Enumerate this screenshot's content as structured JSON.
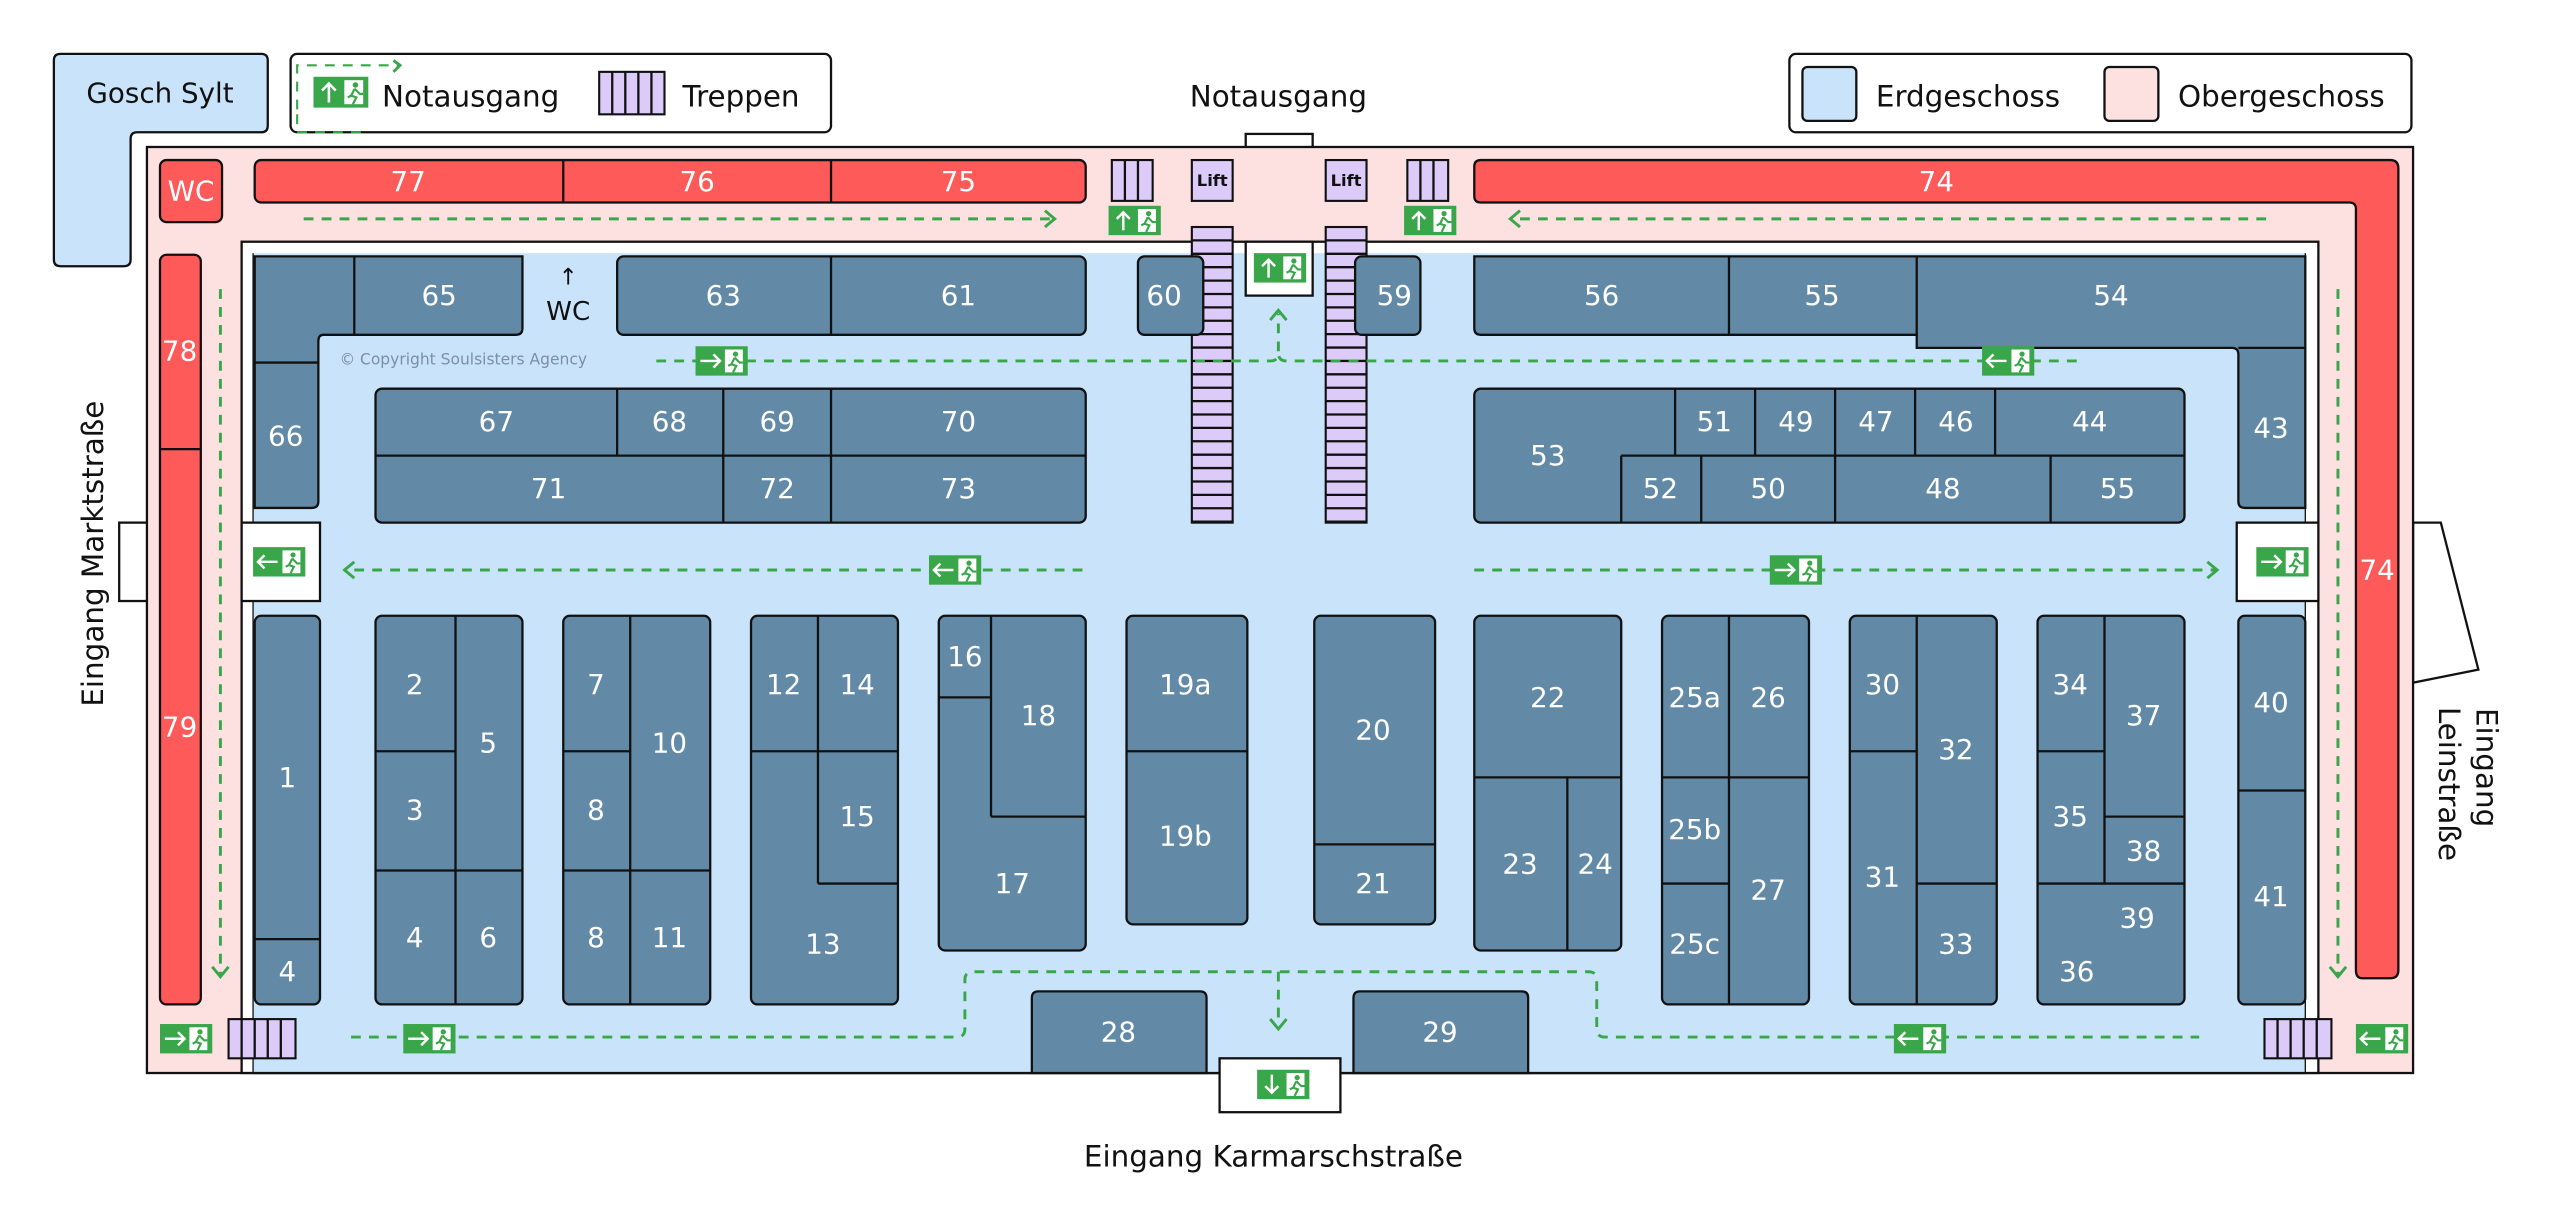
{
  "legend": {
    "gosch": "Gosch Sylt",
    "notausgang": "Notausgang",
    "treppen": "Treppen",
    "erdgeschoss": "Erdgeschoss",
    "obergeschoss": "Obergeschoss"
  },
  "colors": {
    "erdgeschoss": "#c9e4fa",
    "obergeschoss": "#fde1e1",
    "stand_ground": "#628aa6",
    "stand_upper": "#fe5a5a",
    "stairs": "#dccbf9",
    "exit_green": "#3aa64a"
  },
  "labels": {
    "top_exit": "Notausgang",
    "bottom_entrance": "Eingang Karmarschstraße",
    "left_entrance": "Eingang Marktstraße",
    "right_entrance_line1": "Eingang",
    "right_entrance_line2": "Leinstraße",
    "copyright": "© Copyright Soulsisters Agency",
    "wc": "WC",
    "wc_upper": "WC",
    "wc_arrow": "↑",
    "lift": "Lift"
  },
  "icons": {
    "exit_sign": "emergency-exit-sign",
    "stairs": "stairs-icon",
    "lift": "lift-icon"
  },
  "stands_upper": [
    "77",
    "76",
    "75",
    "74",
    "78",
    "79"
  ],
  "stands": {
    "s65": "65",
    "s63": "63",
    "s61": "61",
    "s60": "60",
    "s59": "59",
    "s56": "56",
    "s55a": "55",
    "s54": "54",
    "s66": "66",
    "s67": "67",
    "s68": "68",
    "s69": "69",
    "s70": "70",
    "s71": "71",
    "s72": "72",
    "s73": "73",
    "s53": "53",
    "s51": "51",
    "s49": "49",
    "s47": "47",
    "s46": "46",
    "s44": "44",
    "s52": "52",
    "s50": "50",
    "s48": "48",
    "s55b": "55",
    "s43": "43",
    "s1": "1",
    "s4a": "4",
    "s2": "2",
    "s3": "3",
    "s5": "5",
    "s4b": "4",
    "s6": "6",
    "s7": "7",
    "s8a": "8",
    "s10": "10",
    "s8b": "8",
    "s11": "11",
    "s12": "12",
    "s14": "14",
    "s15": "15",
    "s13": "13",
    "s16": "16",
    "s18": "18",
    "s17": "17",
    "s19a": "19a",
    "s19b": "19b",
    "s20": "20",
    "s21": "21",
    "s22": "22",
    "s23": "23",
    "s24": "24",
    "s25a": "25a",
    "s26": "26",
    "s25b": "25b",
    "s25c": "25c",
    "s27": "27",
    "s30": "30",
    "s32": "32",
    "s31": "31",
    "s33": "33",
    "s34": "34",
    "s37": "37",
    "s35": "35",
    "s38": "38",
    "s39": "39",
    "s36": "36",
    "s40": "40",
    "s41": "41",
    "s28": "28",
    "s29": "29"
  }
}
